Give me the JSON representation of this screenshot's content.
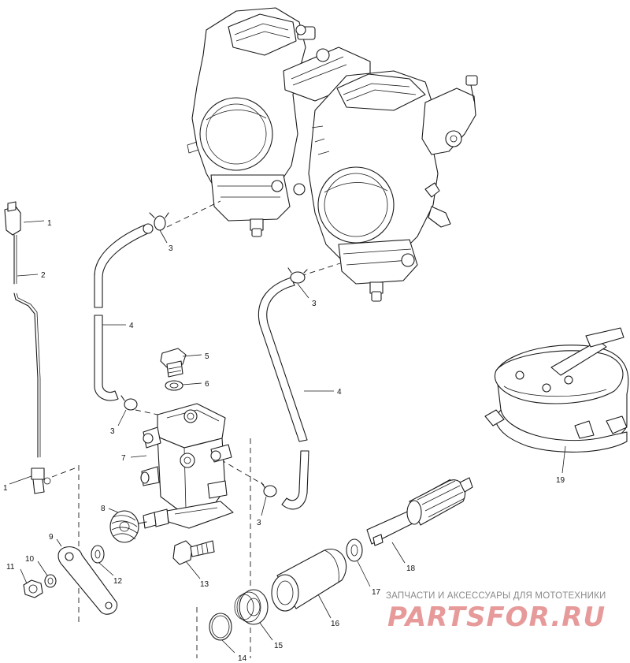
{
  "callouts": [
    {
      "id": "c1a",
      "label": "1"
    },
    {
      "id": "c1b",
      "label": "1"
    },
    {
      "id": "c2",
      "label": "2"
    },
    {
      "id": "c3a",
      "label": "3"
    },
    {
      "id": "c3b",
      "label": "3"
    },
    {
      "id": "c3c",
      "label": "3"
    },
    {
      "id": "c3d",
      "label": "3"
    },
    {
      "id": "c4a",
      "label": "4"
    },
    {
      "id": "c4b",
      "label": "4"
    },
    {
      "id": "c5",
      "label": "5"
    },
    {
      "id": "c6",
      "label": "6"
    },
    {
      "id": "c7",
      "label": "7"
    },
    {
      "id": "c8",
      "label": "8"
    },
    {
      "id": "c9",
      "label": "9"
    },
    {
      "id": "c10",
      "label": "10"
    },
    {
      "id": "c11",
      "label": "11"
    },
    {
      "id": "c12",
      "label": "12"
    },
    {
      "id": "c13",
      "label": "13"
    },
    {
      "id": "c14",
      "label": "14"
    },
    {
      "id": "c15",
      "label": "15"
    },
    {
      "id": "c16",
      "label": "16"
    },
    {
      "id": "c17",
      "label": "17"
    },
    {
      "id": "c18",
      "label": "18"
    },
    {
      "id": "c19",
      "label": "19"
    }
  ],
  "watermark": {
    "tagline": "ЗАПЧАСТИ И АКСЕССУАРЫ ДЛЯ МОТОТЕХНИКИ",
    "logo": "PARTSFOR.RU",
    "logo_color": "#e79a9a"
  }
}
